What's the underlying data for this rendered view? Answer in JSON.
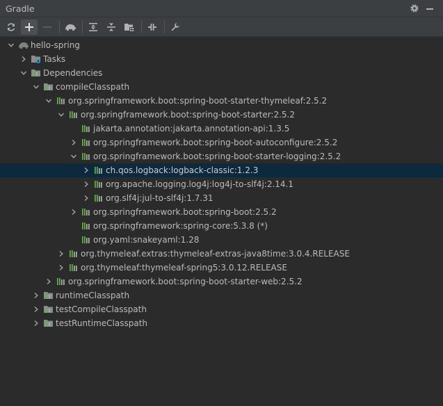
{
  "panel": {
    "title": "Gradle"
  },
  "toolbar": {
    "buttons": [
      {
        "name": "reload-icon"
      },
      {
        "name": "add-icon"
      },
      {
        "name": "remove-icon"
      },
      {
        "name": "elephant-icon"
      },
      {
        "name": "expand-all-icon"
      },
      {
        "name": "collapse-all-icon"
      },
      {
        "name": "group-icon"
      },
      {
        "name": "toggle-offline-icon"
      },
      {
        "name": "wrench-icon"
      }
    ]
  },
  "tree": [
    {
      "label": "hello-spring",
      "depth": 0,
      "expanded": true,
      "icon": "elephant"
    },
    {
      "label": "Tasks",
      "depth": 1,
      "expanded": false,
      "icon": "tasks"
    },
    {
      "label": "Dependencies",
      "depth": 1,
      "expanded": true,
      "icon": "folder"
    },
    {
      "label": "compileClasspath",
      "depth": 2,
      "expanded": true,
      "icon": "folder"
    },
    {
      "label": "org.springframework.boot:spring-boot-starter-thymeleaf:2.5.2",
      "depth": 3,
      "expanded": true,
      "icon": "lib"
    },
    {
      "label": "org.springframework.boot:spring-boot-starter:2.5.2",
      "depth": 4,
      "expanded": true,
      "icon": "lib"
    },
    {
      "label": "jakarta.annotation:jakarta.annotation-api:1.3.5",
      "depth": 5,
      "expanded": null,
      "icon": "lib"
    },
    {
      "label": "org.springframework.boot:spring-boot-autoconfigure:2.5.2",
      "depth": 5,
      "expanded": false,
      "icon": "lib"
    },
    {
      "label": "org.springframework.boot:spring-boot-starter-logging:2.5.2",
      "depth": 5,
      "expanded": true,
      "icon": "lib"
    },
    {
      "label": "ch.qos.logback:logback-classic:1.2.3",
      "depth": 6,
      "expanded": false,
      "icon": "lib",
      "selected": true
    },
    {
      "label": "org.apache.logging.log4j:log4j-to-slf4j:2.14.1",
      "depth": 6,
      "expanded": false,
      "icon": "lib"
    },
    {
      "label": "org.slf4j:jul-to-slf4j:1.7.31",
      "depth": 6,
      "expanded": false,
      "icon": "lib"
    },
    {
      "label": "org.springframework.boot:spring-boot:2.5.2",
      "depth": 5,
      "expanded": false,
      "icon": "lib"
    },
    {
      "label": "org.springframework:spring-core:5.3.8 (*)",
      "depth": 5,
      "expanded": null,
      "icon": "lib"
    },
    {
      "label": "org.yaml:snakeyaml:1.28",
      "depth": 5,
      "expanded": null,
      "icon": "lib"
    },
    {
      "label": "org.thymeleaf.extras:thymeleaf-extras-java8time:3.0.4.RELEASE",
      "depth": 4,
      "expanded": false,
      "icon": "lib"
    },
    {
      "label": "org.thymeleaf:thymeleaf-spring5:3.0.12.RELEASE",
      "depth": 4,
      "expanded": false,
      "icon": "lib"
    },
    {
      "label": "org.springframework.boot:spring-boot-starter-web:2.5.2",
      "depth": 3,
      "expanded": false,
      "icon": "lib"
    },
    {
      "label": "runtimeClasspath",
      "depth": 2,
      "expanded": false,
      "icon": "folder"
    },
    {
      "label": "testCompileClasspath",
      "depth": 2,
      "expanded": false,
      "icon": "folder"
    },
    {
      "label": "testRuntimeClasspath",
      "depth": 2,
      "expanded": false,
      "icon": "folder"
    }
  ]
}
